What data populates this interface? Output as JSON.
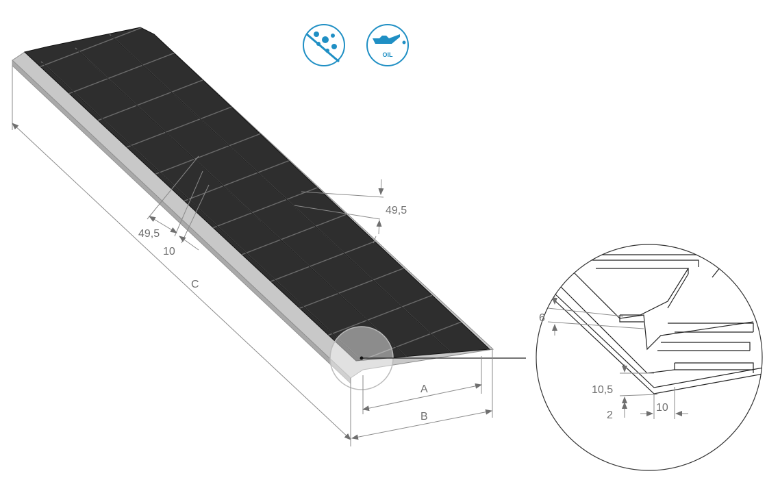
{
  "icons": [
    {
      "name": "waterproof-icon"
    },
    {
      "name": "oil-resistant-icon",
      "label": "OIL"
    }
  ],
  "colors": {
    "rubber": "#2e2e2e",
    "rubber_top": "#3a3a3a",
    "base": "#bdbdbd",
    "dim_line": "#8a8a8a",
    "badge": "#1f8fc4"
  },
  "dimensions": {
    "pitch_vertical": "49,5",
    "pitch_horizontal": "49,5",
    "gap": "10",
    "length": "C",
    "width_inner": "A",
    "width_outer": "B"
  },
  "detail": {
    "rib_height": "6",
    "total_height": "10,5",
    "base_thickness": "2",
    "edge_margin": "10"
  }
}
